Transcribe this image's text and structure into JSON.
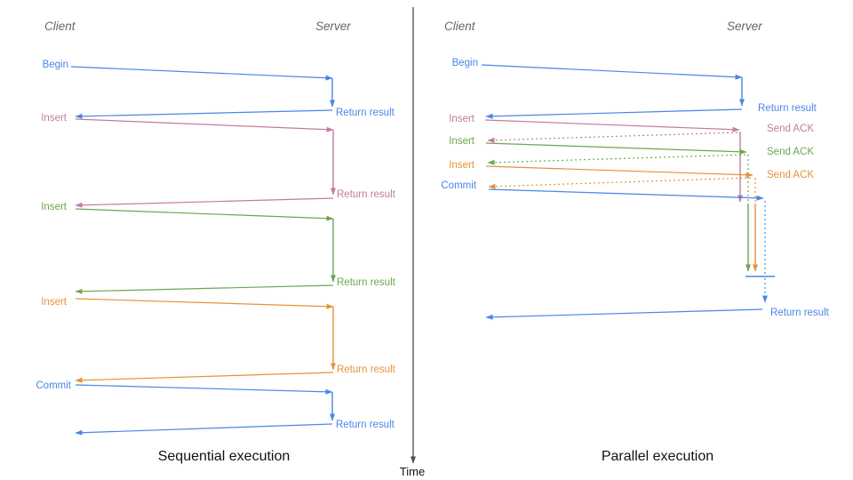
{
  "colors": {
    "blue": "#4a86e8",
    "pink": "#c27ba0",
    "green": "#6aa84f",
    "orange": "#e69138",
    "axis_gray": "#4d4d4d",
    "header_gray": "#666666",
    "title_black": "#111111"
  },
  "time_axis": {
    "label": "Time"
  },
  "sequential": {
    "title": "Sequential execution",
    "client_header": "Client",
    "server_header": "Server",
    "steps": [
      {
        "request": "Begin",
        "response": "Return result"
      },
      {
        "request": "Insert",
        "response": "Return result"
      },
      {
        "request": "Insert",
        "response": "Return result"
      },
      {
        "request": "Insert",
        "response": "Return result"
      },
      {
        "request": "Commit",
        "response": "Return result"
      }
    ]
  },
  "parallel": {
    "title": "Parallel execution",
    "client_header": "Client",
    "server_header": "Server",
    "steps": [
      {
        "request": "Begin",
        "response": "Return result"
      },
      {
        "request": "Insert",
        "response": "Send ACK"
      },
      {
        "request": "Insert",
        "response": "Send ACK"
      },
      {
        "request": "Insert",
        "response": "Send ACK"
      },
      {
        "request": "Commit"
      }
    ],
    "final_response": "Return result"
  }
}
